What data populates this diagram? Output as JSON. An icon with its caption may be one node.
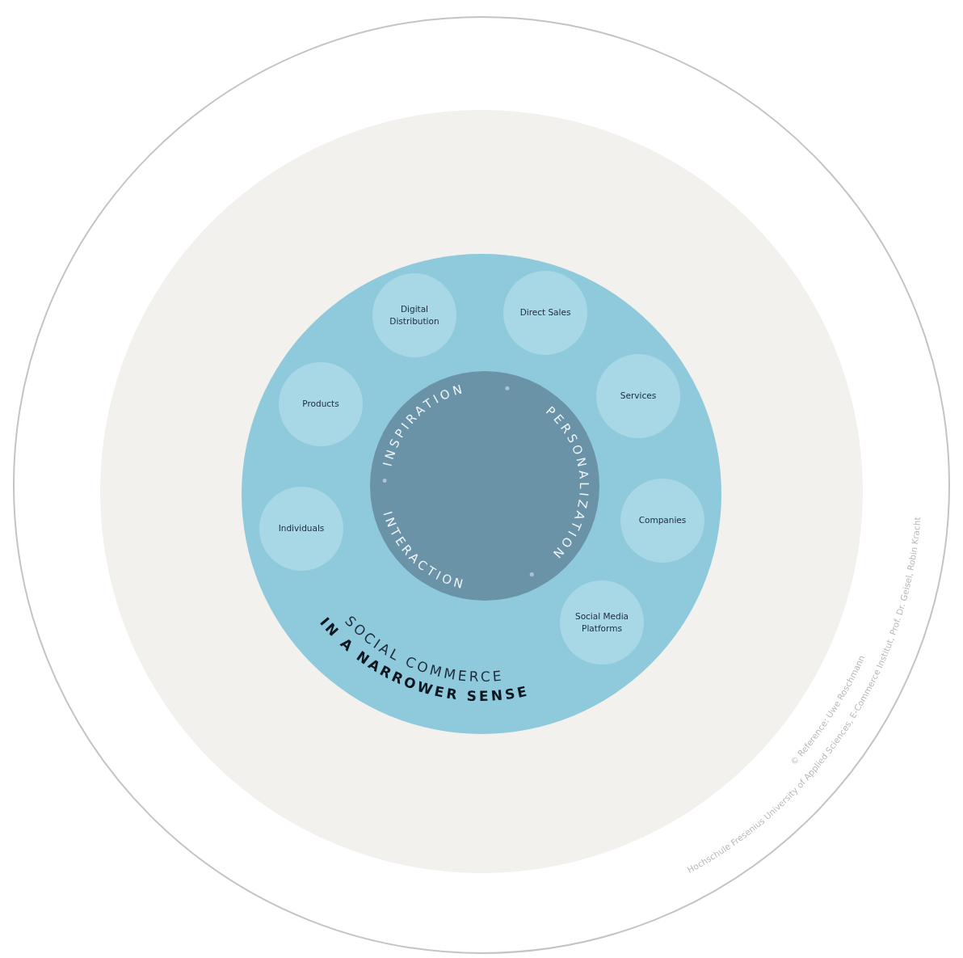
{
  "diagram": {
    "nodes": [
      {
        "text": [
          "SOCIAL COMMERCE",
          "IN A NARROWER SENSE"
        ]
      },
      {
        "text": [
          "INSPIRATION",
          "INTERACTION",
          "PERSONALIZATION"
        ],
        "in": 0
      },
      {
        "text": [
          "Digital Distribution"
        ],
        "in": 0
      },
      {
        "text": [
          "Direct Sales"
        ],
        "in": 0
      },
      {
        "text": [
          "Services"
        ],
        "in": 0
      },
      {
        "text": [
          "Products"
        ],
        "in": 0
      },
      {
        "text": [
          "Companies"
        ],
        "in": 0
      },
      {
        "text": [
          "Individuals"
        ],
        "in": 0
      },
      {
        "text": [
          "Social Media Platforms"
        ],
        "in": 0
      }
    ],
    "labels": [
      "© Reference: Uwe Roschmann",
      "Hochschule Fresenius University of Applied Sciences, E-Commerce Institut, Prof. Dr. Geisel, Robin Kracht"
    ]
  }
}
